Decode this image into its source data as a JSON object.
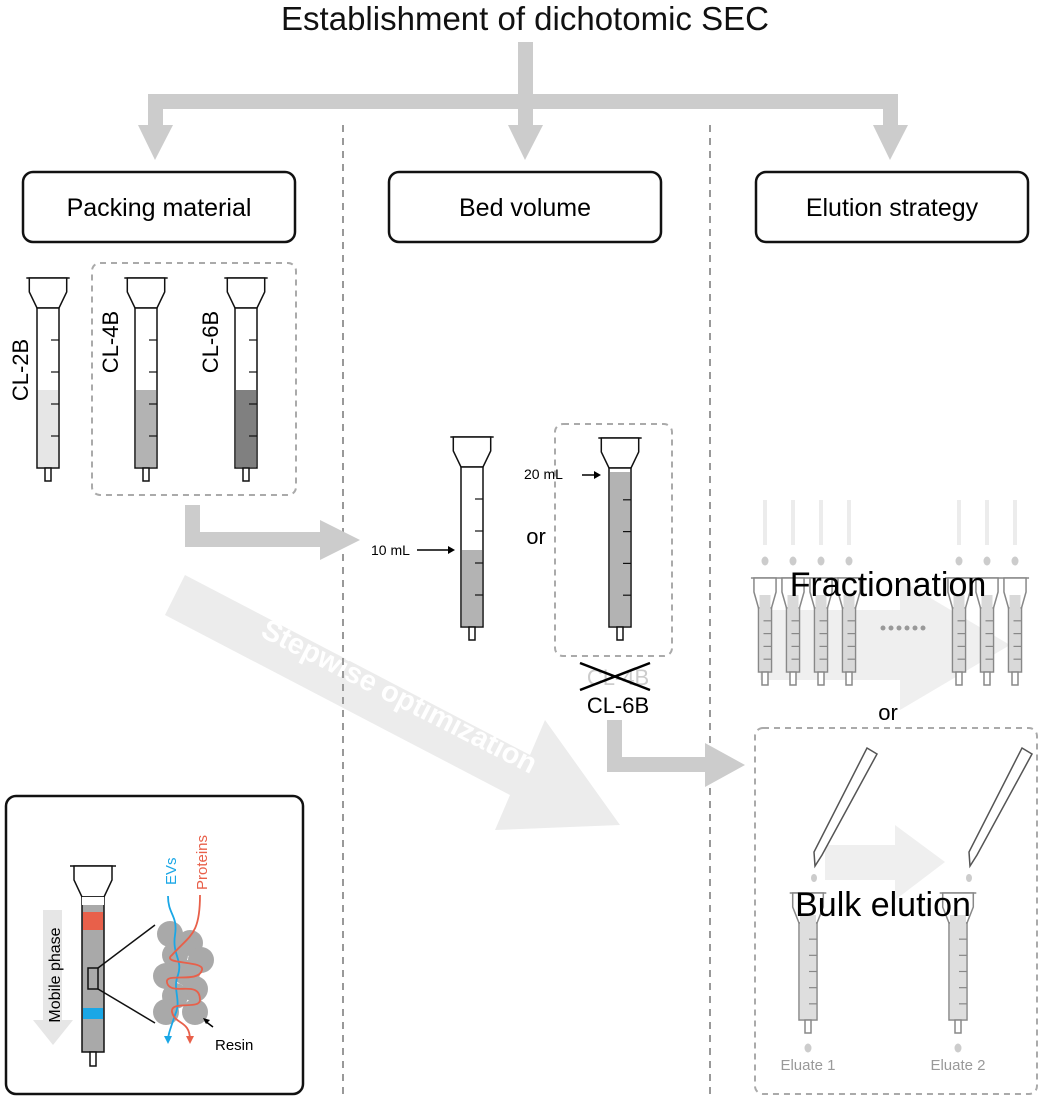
{
  "title": "Establishment of dichotomic SEC",
  "boxes": {
    "packing": "Packing material",
    "bed": "Bed volume",
    "elution": "Elution strategy"
  },
  "resins": [
    "CL-2B",
    "CL-4B",
    "CL-6B"
  ],
  "bed_volume": {
    "small": "10 mL",
    "large": "20 mL",
    "or": "or",
    "rejected": "CL-4B",
    "chosen": "CL-6B"
  },
  "stepwise": "Stepwise optimization",
  "elution": {
    "fractionation": "Fractionation",
    "or": "or",
    "bulk": "Bulk elution",
    "eluate1": "Eluate 1",
    "eluate2": "Eluate 2"
  },
  "inset": {
    "mobile_phase": "Mobile phase",
    "evs": "EVs",
    "proteins": "Proteins",
    "resin": "Resin"
  },
  "colors": {
    "arrow": "#cccccc",
    "light_arrow": "#ebebeb",
    "evs": "#1aa7e6",
    "proteins": "#e8604a",
    "resin": "#a9a9a9",
    "cl2b": "#e6e6e6",
    "cl4b": "#b3b3b3",
    "cl6b": "#808080"
  }
}
